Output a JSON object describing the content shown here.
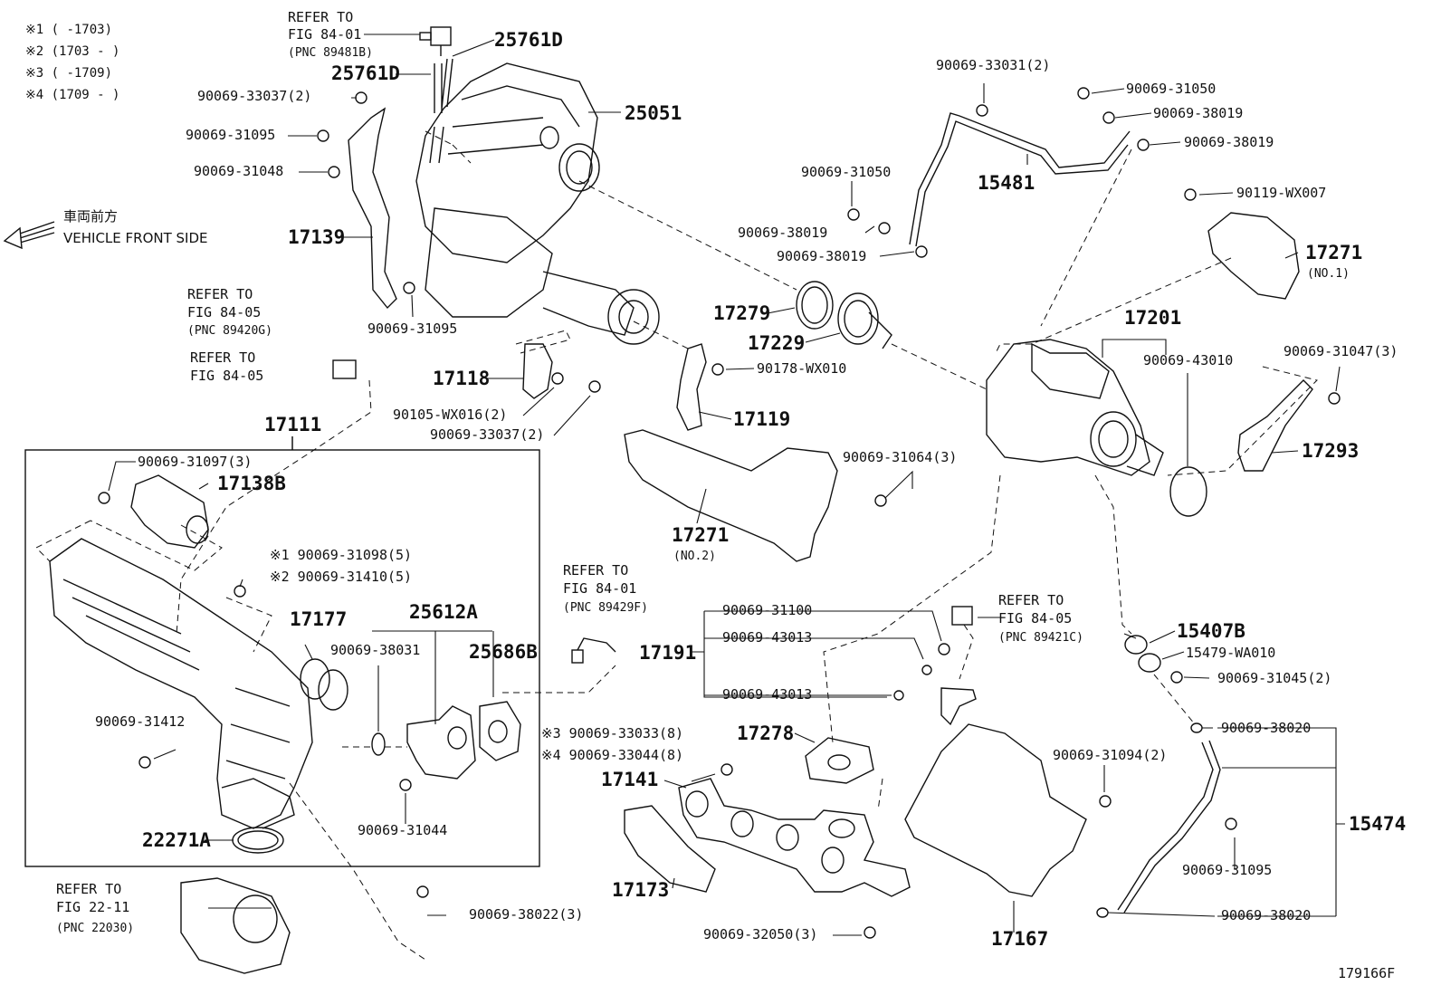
{
  "legend": [
    "※1 (      -1703)",
    "※2 (1703 -      )",
    "※3 (      -1709)",
    "※4 (1709 -      )"
  ],
  "direction": {
    "ja": "車両前方",
    "en": "VEHICLE FRONT SIDE"
  },
  "figure_code": "179166F",
  "refs": {
    "r1": [
      "REFER TO",
      "FIG 84-01",
      "(PNC 89481B)"
    ],
    "r2": [
      "REFER TO",
      "FIG 84-05",
      "(PNC 89420G)"
    ],
    "r3": [
      "REFER TO",
      "FIG 84-05"
    ],
    "r4": [
      "REFER TO",
      "FIG 84-01",
      "(PNC 89429F)"
    ],
    "r5": [
      "REFER TO",
      "FIG 84-05",
      "(PNC 89421C)"
    ],
    "r6": [
      "REFER TO",
      "FIG 22-11",
      "(PNC 22030)"
    ]
  },
  "parts": {
    "p25761D_a": "25761D",
    "p25761D_b": "25761D",
    "p25051": "25051",
    "b33037_2a": "90069-33037(2)",
    "b31095_a": "90069-31095",
    "b31048": "90069-31048",
    "p17139": "17139",
    "b31095_b": "90069-31095",
    "p17118": "17118",
    "bWX016": "90105-WX016(2)",
    "b33037_2b": "90069-33037(2)",
    "b33031": "90069-33031(2)",
    "b31050_a": "90069-31050",
    "b38019_a": "90069-38019",
    "b38019_b": "90069-38019",
    "p15481": "15481",
    "b31050_b": "90069-31050",
    "b38019_c": "90069-38019",
    "b38019_d": "90069-38019",
    "bWX007": "90119-WX007",
    "p17271_1": "17271",
    "p17271_1_sub": "(NO.1)",
    "p17279": "17279",
    "p17229": "17229",
    "bWX010": "90178-WX010",
    "p17119": "17119",
    "p17201": "17201",
    "b43010": "90069-43010",
    "b31047": "90069-31047(3)",
    "p17293": "17293",
    "b31064": "90069-31064(3)",
    "p17271_2": "17271",
    "p17271_2_sub": "(NO.2)",
    "p17111": "17111",
    "b31097": "90069-31097(3)",
    "p17138B": "17138B",
    "b31098": "※1 90069-31098(5)",
    "b31410": "※2 90069-31410(5)",
    "p17177": "17177",
    "p25612A": "25612A",
    "b38031": "90069-38031",
    "p25686B": "25686B",
    "b31412": "90069-31412",
    "b31044": "90069-31044",
    "p22271A": "22271A",
    "b38022": "90069-38022(3)",
    "b31100": "90069-31100",
    "b43013_a": "90069-43013",
    "b43013_b": "90069-43013",
    "p17191": "17191",
    "p15407B": "15407B",
    "p15479": "15479-WA010",
    "b31045": "90069-31045(2)",
    "p17278": "17278",
    "b33033": "※3 90069-33033(8)",
    "b33044": "※4 90069-33044(8)",
    "p17141": "17141",
    "p17173": "17173",
    "b32050": "90069-32050(3)",
    "b31094": "90069-31094(2)",
    "p17167": "17167",
    "b38020_a": "90069-38020",
    "b38020_b": "90069-38020",
    "b31095_c": "90069-31095",
    "p15474": "15474"
  }
}
